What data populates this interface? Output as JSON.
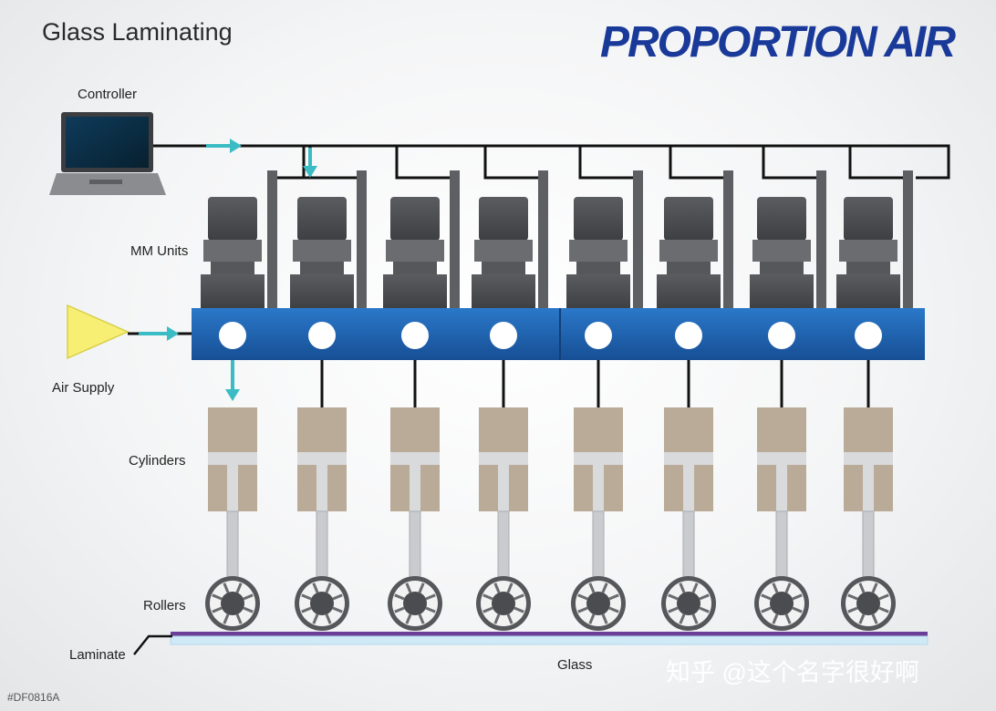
{
  "title": "Glass Laminating",
  "logo_text": "PROPORTION AIR",
  "labels": {
    "controller": "Controller",
    "mm_units": "MM Units",
    "air_supply": "Air Supply",
    "cylinders": "Cylinders",
    "rollers": "Rollers",
    "laminate": "Laminate",
    "glass": "Glass"
  },
  "watermark": "知乎 @这个名字很好啊",
  "image_code": "#DF0816A",
  "unit_count": 8,
  "colors": {
    "manifold": "#1f64b3",
    "unit": "#4e5054",
    "cylinder": "#b9ab98",
    "arrow": "#3bbcc4",
    "air_supply": "#f6ef74",
    "laminate": "#6b3f98",
    "glass": "#cfe9f7",
    "logo": "#1a3a9a"
  }
}
